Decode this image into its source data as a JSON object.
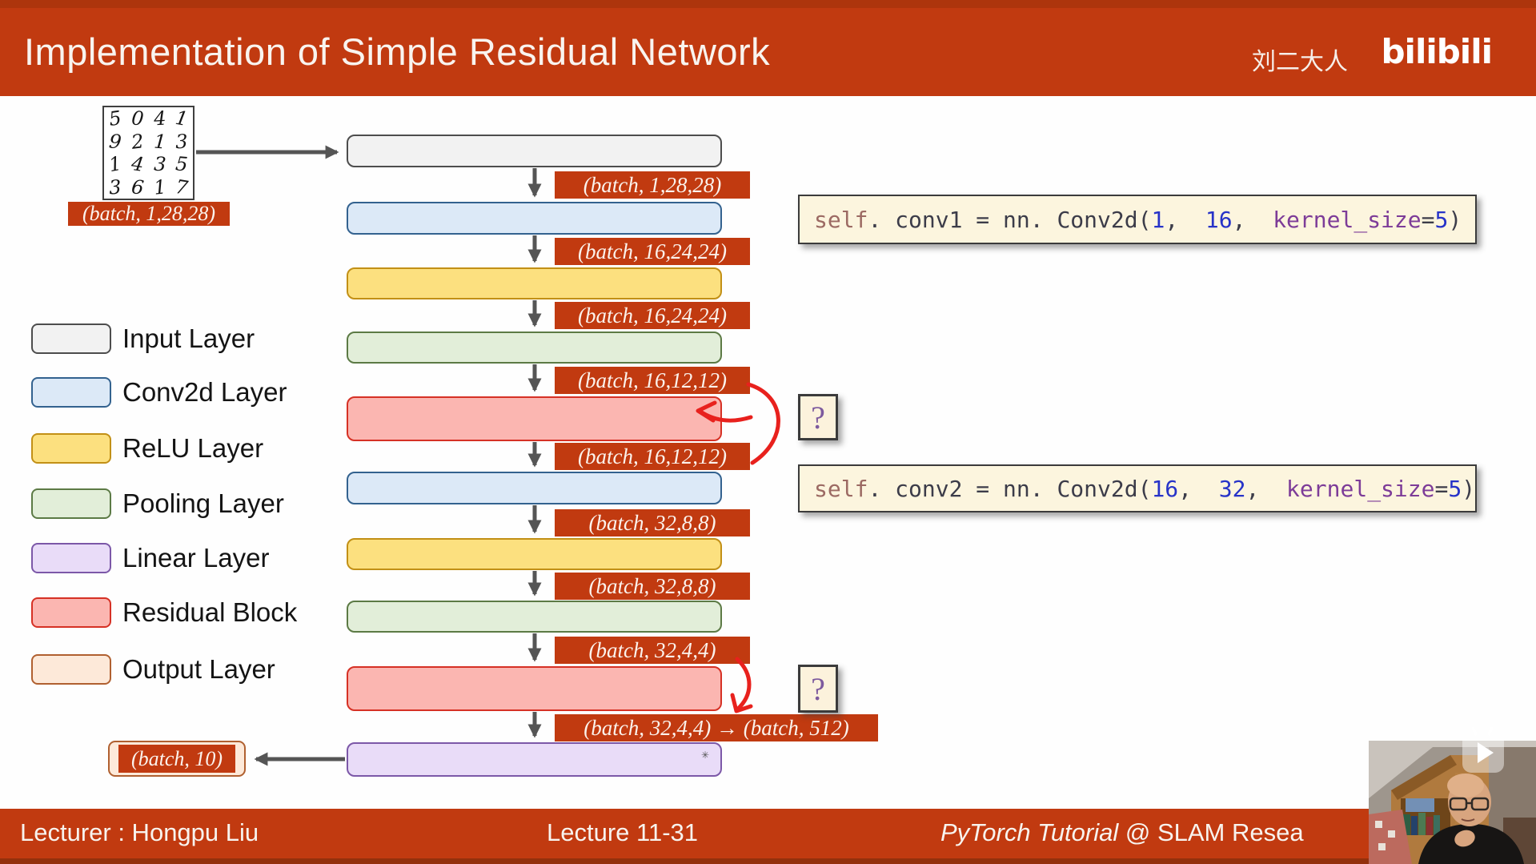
{
  "header": {
    "title": "Implementation of Simple Residual Network",
    "channel_name": "刘二大人",
    "logo_text": "bilibili",
    "accent_color": "#C13A10"
  },
  "input_sample": {
    "digits": [
      "5",
      "0",
      "4",
      "1",
      "9",
      "2",
      "1",
      "3",
      "1",
      "4",
      "3",
      "5",
      "3",
      "6",
      "1",
      "7"
    ],
    "shape_label": "(batch, 1,28,28)"
  },
  "legend": {
    "items": [
      {
        "label": "Input Layer",
        "fill": "#F2F2F2",
        "border": "#4D4D4D"
      },
      {
        "label": "Conv2d Layer",
        "fill": "#DCE9F7",
        "border": "#33628F"
      },
      {
        "label": "ReLU Layer",
        "fill": "#FCE07F",
        "border": "#C29016"
      },
      {
        "label": "Pooling Layer",
        "fill": "#E2EED9",
        "border": "#5C7A45"
      },
      {
        "label": "Linear Layer",
        "fill": "#E9DCF8",
        "border": "#7C58A8"
      },
      {
        "label": "Residual Block",
        "fill": "#FBB6B1",
        "border": "#D63125"
      },
      {
        "label": "Output Layer",
        "fill": "#FDE9D9",
        "border": "#B06030"
      }
    ]
  },
  "flow": {
    "sequence": [
      {
        "type": "box",
        "kind": "input"
      },
      {
        "type": "label",
        "text": "(batch, 1,28,28)"
      },
      {
        "type": "box",
        "kind": "conv"
      },
      {
        "type": "label",
        "text": "(batch, 16,24,24)"
      },
      {
        "type": "box",
        "kind": "relu"
      },
      {
        "type": "label",
        "text": "(batch, 16,24,24)"
      },
      {
        "type": "box",
        "kind": "pool"
      },
      {
        "type": "label",
        "text": "(batch, 16,12,12)"
      },
      {
        "type": "box",
        "kind": "residual"
      },
      {
        "type": "label",
        "text": "(batch, 16,12,12)"
      },
      {
        "type": "box",
        "kind": "conv"
      },
      {
        "type": "label",
        "text": "(batch, 32,8,8)"
      },
      {
        "type": "box",
        "kind": "relu"
      },
      {
        "type": "label",
        "text": "(batch, 32,8,8)"
      },
      {
        "type": "box",
        "kind": "pool"
      },
      {
        "type": "label",
        "text": "(batch, 32,4,4)"
      },
      {
        "type": "box",
        "kind": "residual"
      },
      {
        "type": "label",
        "text": "(batch, 32,4,4) → (batch, 512)",
        "wide": true
      },
      {
        "type": "box",
        "kind": "linear"
      }
    ],
    "output_shape": "(batch, 10)"
  },
  "annotations": {
    "question_mark_1": "?",
    "question_mark_2": "?",
    "ink_color": "#E8211D"
  },
  "code_snippets": [
    {
      "tokens": [
        {
          "t": "self",
          "c": "#9C6A63"
        },
        {
          "t": ". conv1 = nn. Conv2d(",
          "c": "#3C3C49"
        },
        {
          "t": "1",
          "c": "#2733C8"
        },
        {
          "t": ",  ",
          "c": "#3C3C49"
        },
        {
          "t": "16",
          "c": "#2733C8"
        },
        {
          "t": ",  ",
          "c": "#3C3C49"
        },
        {
          "t": "kernel_size",
          "c": "#7D3C98"
        },
        {
          "t": "=",
          "c": "#3C3C49"
        },
        {
          "t": "5",
          "c": "#2733C8"
        },
        {
          "t": ")",
          "c": "#3C3C49"
        }
      ]
    },
    {
      "tokens": [
        {
          "t": "self",
          "c": "#9C6A63"
        },
        {
          "t": ". conv2 = nn. Conv2d(",
          "c": "#3C3C49"
        },
        {
          "t": "16",
          "c": "#2733C8"
        },
        {
          "t": ",  ",
          "c": "#3C3C49"
        },
        {
          "t": "32",
          "c": "#2733C8"
        },
        {
          "t": ",  ",
          "c": "#3C3C49"
        },
        {
          "t": "kernel_size",
          "c": "#7D3C98"
        },
        {
          "t": "=",
          "c": "#3C3C49"
        },
        {
          "t": "5",
          "c": "#2733C8"
        },
        {
          "t": ")",
          "c": "#3C3C49"
        }
      ]
    }
  ],
  "footer": {
    "lecturer": "Lecturer : Hongpu Liu",
    "lecture_no": "Lecture 11-31",
    "course_italic": "PyTorch Tutorial",
    "course_rest": " @ SLAM Resea"
  }
}
